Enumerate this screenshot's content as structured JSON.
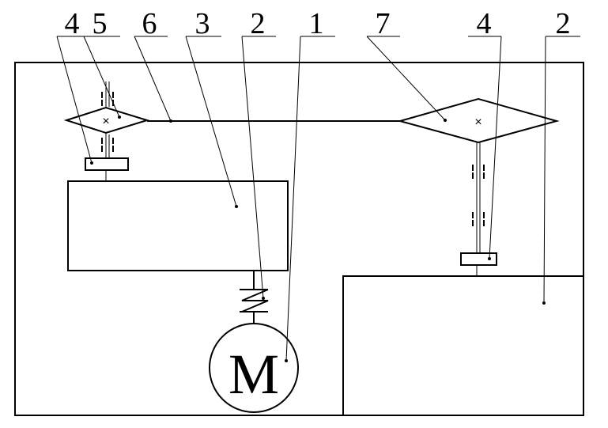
{
  "callouts": [
    "4",
    "5",
    "6",
    "3",
    "2",
    "1",
    "7",
    "4",
    "2"
  ],
  "motor": {
    "letter": "M"
  },
  "gear_marks": {
    "left": "×",
    "right": "×"
  }
}
